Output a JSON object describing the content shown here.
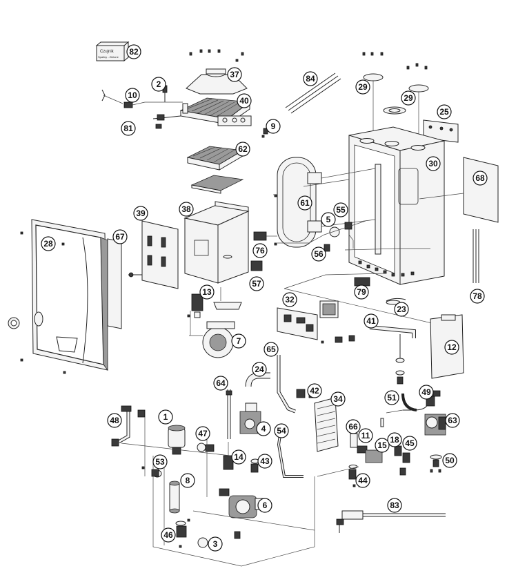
{
  "diagram": {
    "sensor_box": {
      "title": "Czujnik",
      "subtitle": "Spaliny - Zielone"
    },
    "callouts": [
      "1",
      "2",
      "3",
      "4",
      "5",
      "6",
      "7",
      "8",
      "9",
      "10",
      "11",
      "12",
      "13",
      "14",
      "15",
      "18",
      "23",
      "24",
      "25",
      "28",
      "29",
      "29",
      "30",
      "32",
      "34",
      "37",
      "38",
      "39",
      "40",
      "41",
      "42",
      "43",
      "44",
      "45",
      "46",
      "47",
      "48",
      "49",
      "50",
      "51",
      "53",
      "54",
      "55",
      "56",
      "57",
      "61",
      "62",
      "63",
      "64",
      "65",
      "66",
      "67",
      "68",
      "76",
      "78",
      "79",
      "81",
      "82",
      "83",
      "84"
    ]
  }
}
